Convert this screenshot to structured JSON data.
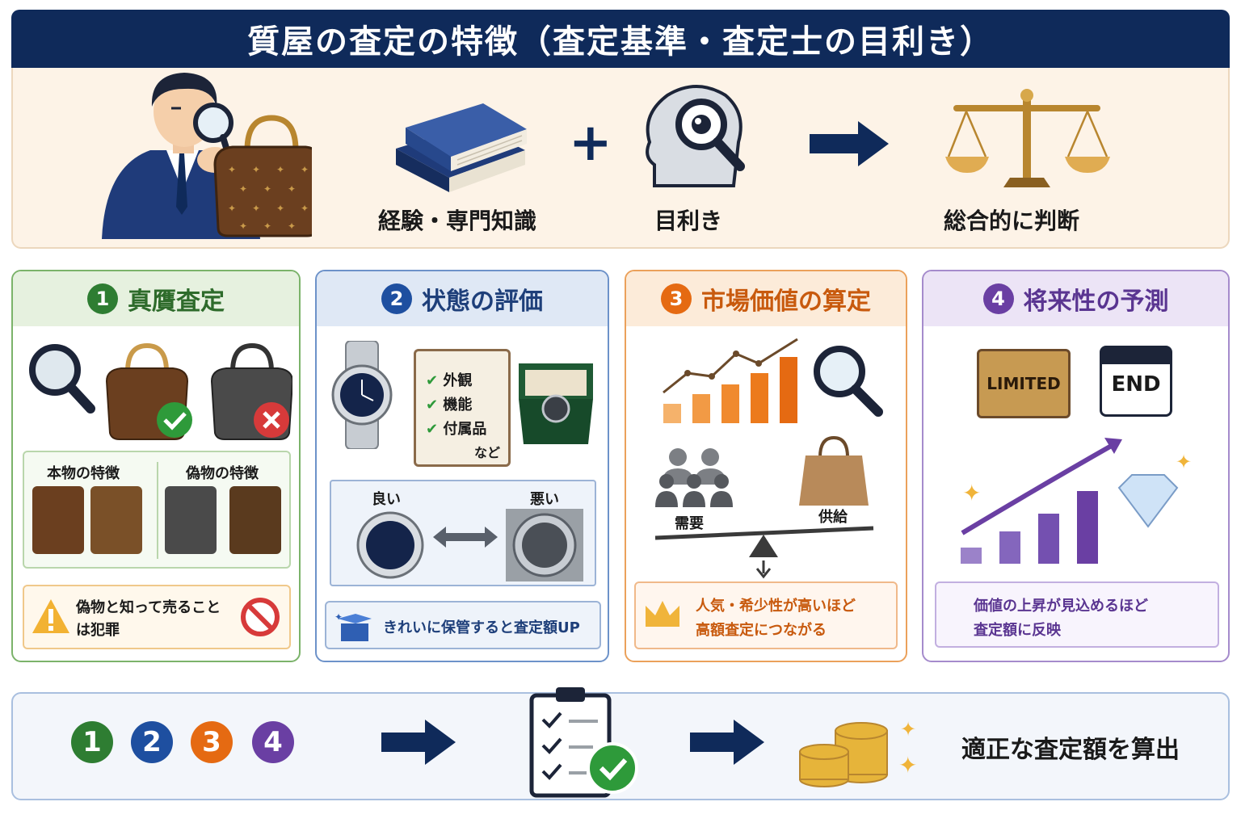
{
  "title": "質屋の査定の特徴（査定基準・査定士の目利き）",
  "top": {
    "experience_label": "経験・専門知識",
    "plus": "+",
    "eye_label": "目利き",
    "judgment_label": "総合的に判断"
  },
  "cards": [
    {
      "num": "1",
      "title": "真贋査定",
      "genuine_label": "本物の特徴",
      "fake_label": "偽物の特徴",
      "warning": [
        "偽物と知って売ること",
        "は犯罪"
      ]
    },
    {
      "num": "2",
      "title": "状態の評価",
      "checklist": [
        "外観",
        "機能",
        "付属品",
        "など"
      ],
      "good": "良い",
      "bad": "悪い",
      "tip": "きれいに保管すると査定額UP"
    },
    {
      "num": "3",
      "title": "市場価値の算定",
      "demand": "需要",
      "supply": "供給",
      "note": [
        "人気・希少性が高いほど",
        "高額査定につながる"
      ]
    },
    {
      "num": "4",
      "title": "将来性の予測",
      "box_label": "LIMITED",
      "calendar_label": "END",
      "note": [
        "価値の上昇が見込めるほど",
        "査定額に反映"
      ]
    }
  ],
  "bottom": {
    "nums": [
      "1",
      "2",
      "3",
      "4"
    ],
    "result": "適正な査定額を算出"
  },
  "colors": {
    "navy": "#0f2a5a",
    "green": "#2e7d32",
    "blue": "#1e4fa0",
    "orange": "#e56a12",
    "purple": "#6a3fa3"
  }
}
